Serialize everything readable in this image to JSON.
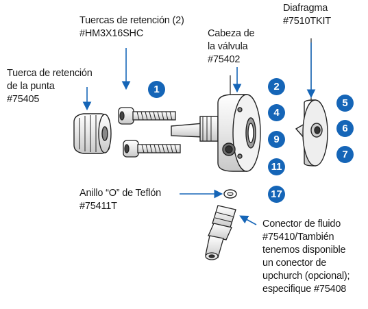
{
  "labels": {
    "retaining_nuts": [
      "Tuercas de retención (2)",
      "#HM3X16SHC"
    ],
    "tip_nut": [
      "Tuerca de retención",
      "de la punta",
      "#75405"
    ],
    "valve_head": [
      "Cabeza de",
      "la válvula",
      "#75402"
    ],
    "diaphragm": [
      "Diafragma",
      "#7510TKIT"
    ],
    "oring": [
      "Anillo “O” de Teflón",
      "#75411T"
    ],
    "fluid_connector": [
      "Conector de fluido",
      "#75410/También",
      "tenemos disponible",
      "un conector de",
      "upchurch (opcional);",
      "especifique #75408"
    ]
  },
  "badges": [
    "1",
    "2",
    "4",
    "9",
    "11",
    "17",
    "5",
    "6",
    "7"
  ],
  "colors": {
    "badge": "#1565b7",
    "arrow": "#1565b7",
    "line": "#222222"
  }
}
